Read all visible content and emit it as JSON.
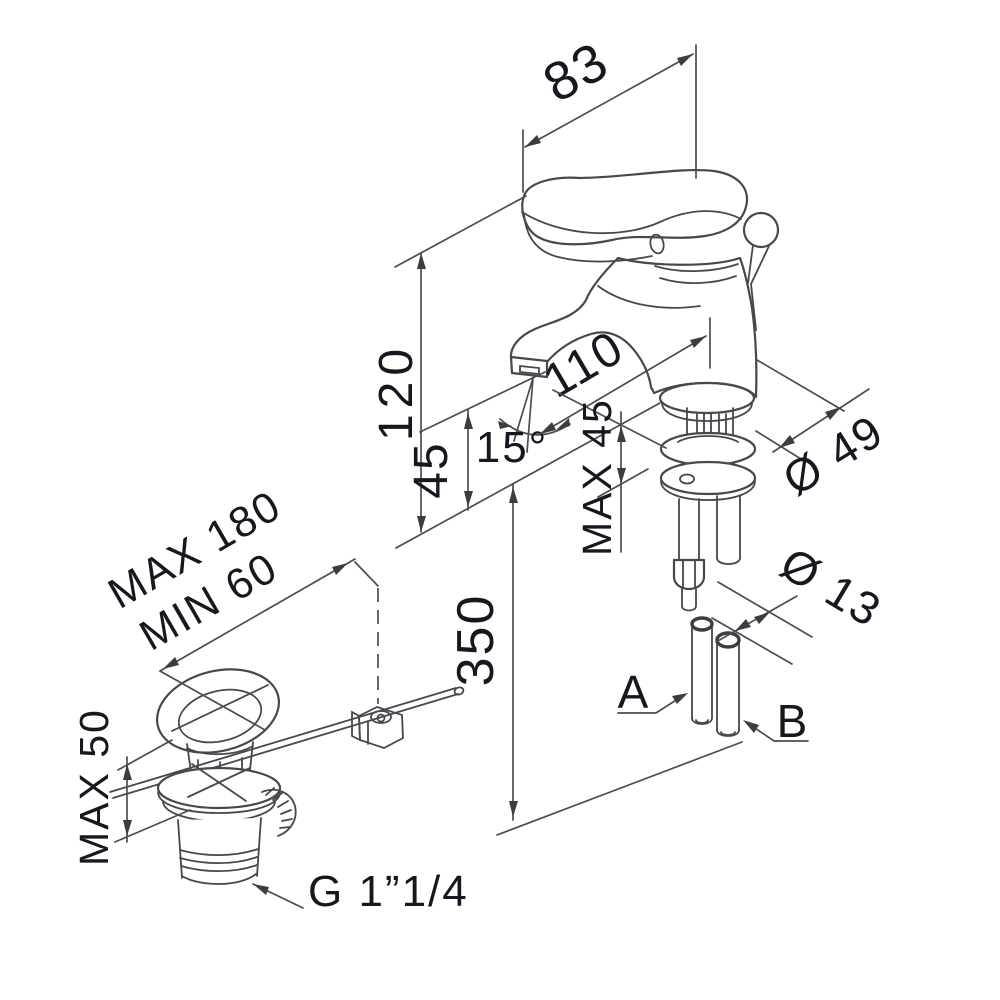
{
  "drawing": {
    "kind": "technical dimension drawing",
    "subject": "single-lever basin mixer faucet with flexible supply hoses and pop-up waste drain",
    "background_color": "#ffffff",
    "line_color": "#45484d",
    "text_color": "#15181f"
  },
  "dimensions": {
    "handle_width": "83",
    "body_height": "120",
    "spout_height": "45",
    "spray_angle": "15°",
    "spout_reach": "110",
    "base_diameter": "Ø 49",
    "deck_thickness_max": "MAX 45",
    "hose_drop": "350",
    "hose_diameter": "Ø 13",
    "pull_rod_max": "MAX 180",
    "pull_rod_min": "MIN 60",
    "drain_height_max": "MAX 50",
    "drain_thread": "G 1”1/4",
    "hose_a": "A",
    "hose_b": "B"
  }
}
